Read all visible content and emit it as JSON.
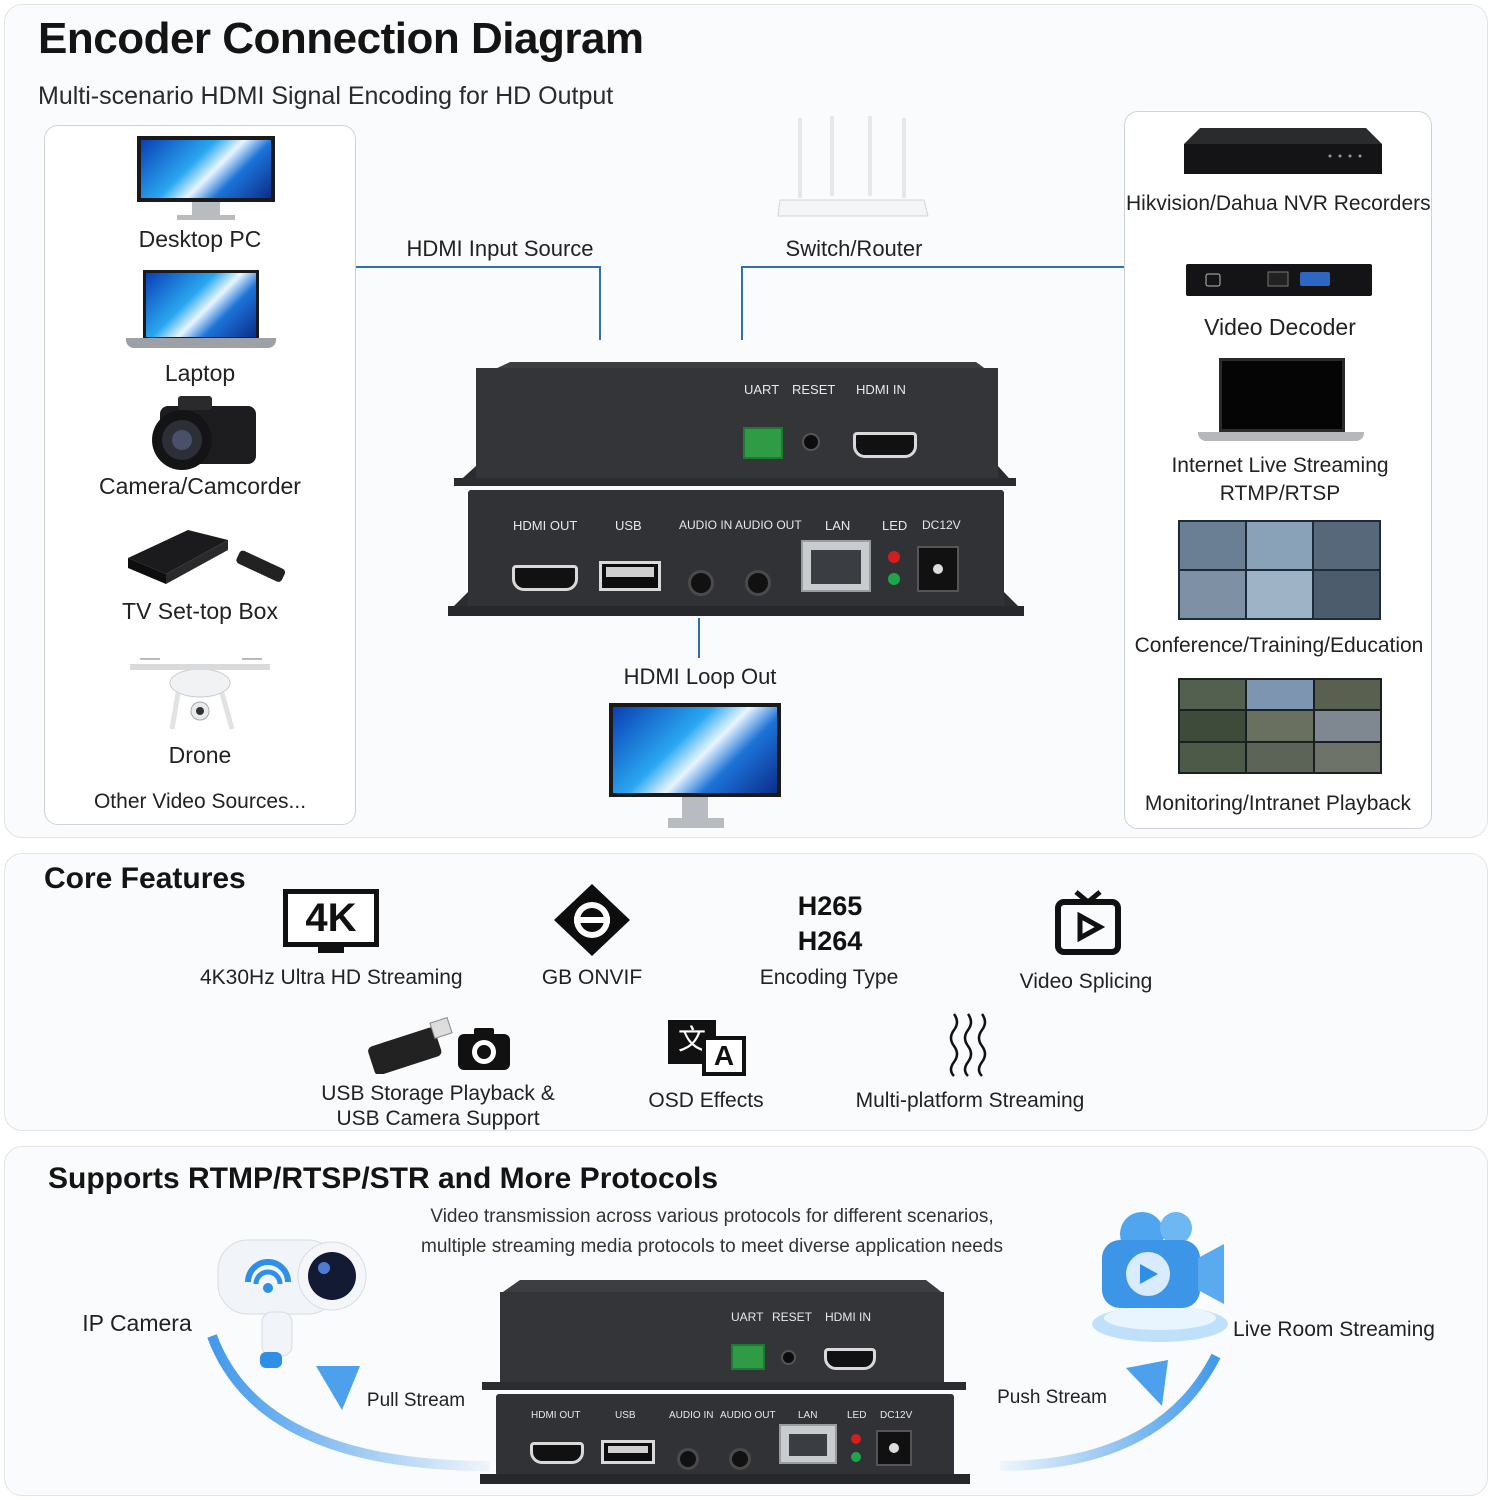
{
  "header": {
    "title": "Encoder Connection Diagram",
    "subtitle": "Multi-scenario HDMI Signal Encoding for HD Output"
  },
  "sources": {
    "items": [
      "Desktop PC",
      "Laptop",
      "Camera/Camcorder",
      "TV Set-top Box",
      "Drone"
    ],
    "footer": "Other Video Sources..."
  },
  "connections": {
    "hdmi_input": "HDMI Input Source",
    "switch_router": "Switch/Router",
    "hdmi_loop_out": "HDMI Loop Out"
  },
  "destinations": {
    "nvr": "Hikvision/Dahua NVR Recorders",
    "decoder": "Video Decoder",
    "live_line1": "Internet Live Streaming",
    "live_line2": "RTMP/RTSP",
    "conference": "Conference/Training/Education",
    "monitoring": "Monitoring/Intranet Playback"
  },
  "device_ports": {
    "top": [
      "UART",
      "RESET",
      "HDMI IN"
    ],
    "front": [
      "HDMI OUT",
      "USB",
      "AUDIO IN",
      "AUDIO OUT",
      "LAN",
      "LED",
      "DC12V"
    ]
  },
  "features": {
    "title": "Core Features",
    "k4_icon_text": "4K",
    "k4": "4K30Hz Ultra HD Streaming",
    "onvif": "GB ONVIF",
    "h265": "H265",
    "h264": "H264",
    "encoding": "Encoding Type",
    "splicing": "Video Splicing",
    "usb_line1": "USB Storage Playback &",
    "usb_line2": "USB Camera Support",
    "osd": "OSD Effects",
    "osd_icon_a": "文",
    "osd_icon_b": "A",
    "multiplatform": "Multi-platform Streaming"
  },
  "protocols": {
    "title": "Supports RTMP/RTSP/STR and More Protocols",
    "desc_line1": "Video transmission across various protocols for different scenarios,",
    "desc_line2": "multiple streaming media protocols to meet diverse application needs",
    "ip_camera": "IP Camera",
    "pull": "Pull Stream",
    "push": "Push Stream",
    "live_room": "Live Room Streaming"
  },
  "colors": {
    "line": "#2f6fb3",
    "device": "#2f3135",
    "accent_blue": "#2e8fe8"
  }
}
